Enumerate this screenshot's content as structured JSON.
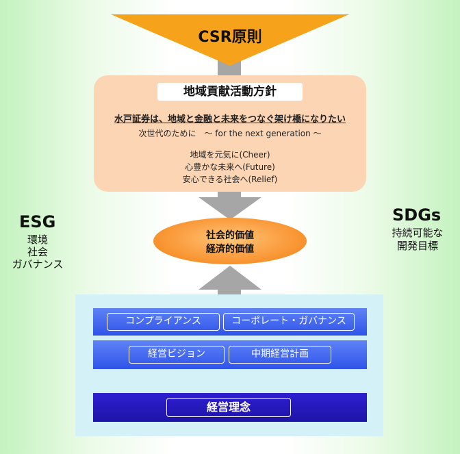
{
  "csr_principle": "CSR原則",
  "policy": {
    "title": "地域貢献活動方針",
    "statement": "水戸証券は、地域と金融と未来をつなぐ架け橋になりたい",
    "tagline": "次世代のために　～ for the next generation ～",
    "points": [
      "地域を元気に(Cheer)",
      "心豊かな未来へ(Future)",
      "安心できる社会へ(Relief)"
    ]
  },
  "value": {
    "line1": "社会的価値",
    "line2": "経済的価値"
  },
  "esg": {
    "title": "ESG",
    "items": [
      "環境",
      "社会",
      "ガバナンス"
    ]
  },
  "sdgs": {
    "title": "SDGs",
    "lines": [
      "持続可能な",
      "開発目標"
    ]
  },
  "foundation": {
    "row1": [
      "コンプライアンス",
      "コーポレート・ガバナンス"
    ],
    "row2": [
      "経営ビジョン",
      "中期経営計画"
    ],
    "base": "経営理念"
  },
  "colors": {
    "csr_triangle": "#f7a21b",
    "policy_box": "#fcd5b4",
    "value_ellipse": "#f7901f",
    "band_blue": "#3a5cf0",
    "band_dark": "#2218c0",
    "panel": "#d5f1f8",
    "arrow_gray": "#a6a6a6"
  }
}
